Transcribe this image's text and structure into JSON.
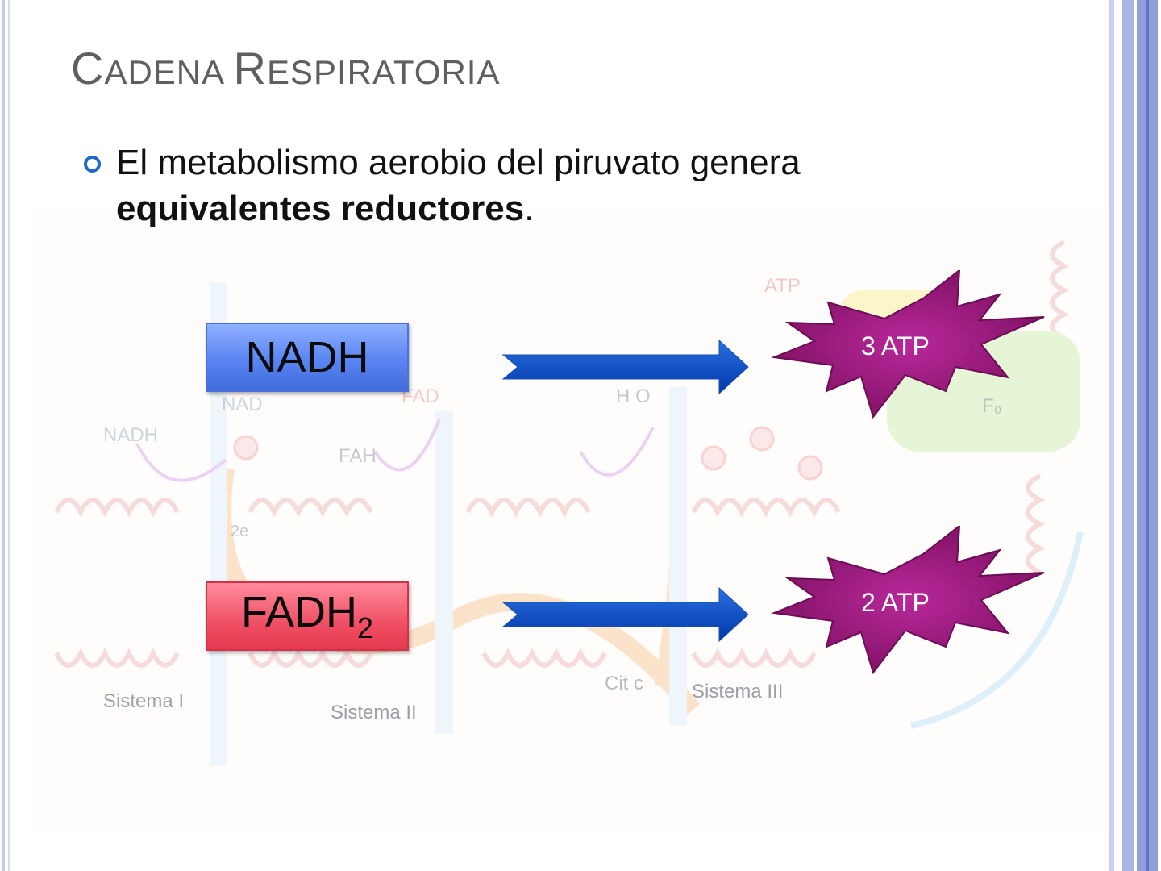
{
  "slide": {
    "title_first_big": "C",
    "title_first_small": "ADENA ",
    "title_second_big": "R",
    "title_second_small": "ESPIRATORIA",
    "bullet_text": "El metabolismo aerobio del piruvato genera",
    "bullet_bold": "equivalentes reductores",
    "bullet_end": "."
  },
  "diagram": {
    "nadh_label": "NADH",
    "fadh_label": "FADH",
    "fadh_sub": "2",
    "atp_nadh": "3 ATP",
    "atp_fadh": "2 ATP",
    "colors": {
      "nadh_box": "#5a84f2",
      "fadh_box": "#f05066",
      "arrow": "#0a4fc4",
      "burst": "#9c1a7c"
    }
  },
  "background_labels": {
    "nadh": "NADH",
    "nad": "NAD",
    "fah": "FAH",
    "fad": "FAD",
    "atp": "ATP",
    "sistema1": "Sistema I",
    "sistema2": "Sistema II",
    "sistema3": "Sistema III",
    "citc": "Cit c",
    "f0": "F₀",
    "water": "H O",
    "e2": "2e"
  }
}
